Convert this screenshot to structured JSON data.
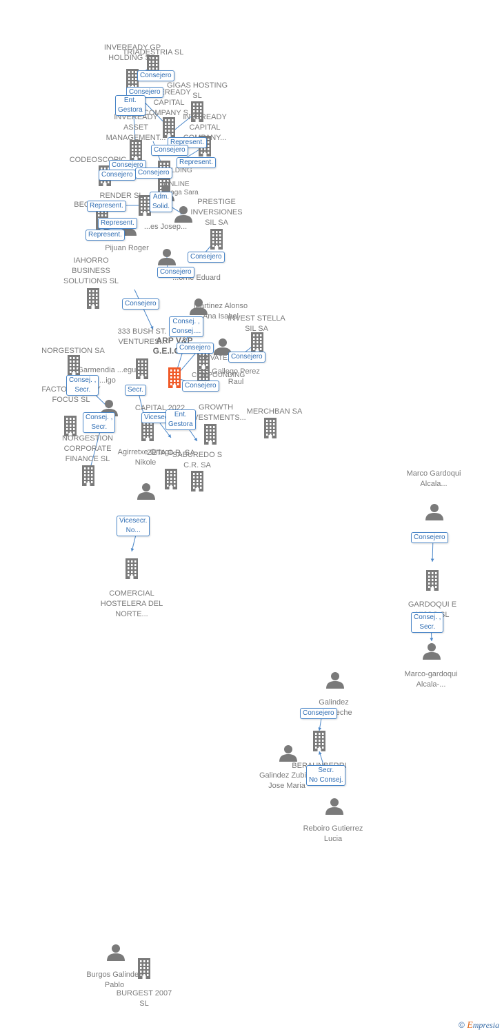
{
  "colors": {
    "node": "#7a7a7a",
    "focus": "#f05a28",
    "edge": "#4a86c8",
    "label_text": "#2f6db3"
  },
  "footer": {
    "copyright": "©",
    "brand_initial": "E",
    "brand_rest": "mpresia"
  },
  "nodes": [
    {
      "id": "focus",
      "type": "company",
      "focus": true,
      "label": "ARP V&P G.E.I.C. SA"
    },
    {
      "id": "inveready_gp",
      "type": "company",
      "label": "INVEREADY GP HOLDING S..."
    },
    {
      "id": "triadestria",
      "type": "company",
      "label": "TRIADESTRIA SL"
    },
    {
      "id": "inveready_cap",
      "type": "company",
      "label": "INVEREADY CAPITAL COMPANY S..."
    },
    {
      "id": "inveready_am",
      "type": "company",
      "label": "INVEREADY ASSET MANAGEMENT..."
    },
    {
      "id": "gigas",
      "type": "company",
      "label": "GIGAS HOSTING SL"
    },
    {
      "id": "inveready_cap2",
      "type": "company",
      "label": "INVEREADY CAPITAL COMPANY..."
    },
    {
      "id": "codeoscopic",
      "type": "company",
      "label": "CODEOSCOPIC"
    },
    {
      "id": "holding",
      "type": "company",
      "label": "HOLDING"
    },
    {
      "id": "online",
      "type": "company",
      "label": "ONLINE"
    },
    {
      "id": "render",
      "type": "company",
      "label": "RENDER SL"
    },
    {
      "id": "bequant",
      "type": "company",
      "label": "BEQUANT SL"
    },
    {
      "id": "prestige",
      "type": "company",
      "label": "PRESTIGE INVERSIONES SIL SA"
    },
    {
      "id": "iahorro",
      "type": "company",
      "label": "IAHORRO BUSINESS SOLUTIONS SL"
    },
    {
      "id": "bush",
      "type": "company",
      "label": "333 BUSH ST. VENTURES..."
    },
    {
      "id": "invest_stella",
      "type": "company",
      "label": "INVEST STELLA SIL SA"
    },
    {
      "id": "norgestion",
      "type": "company",
      "label": "NORGESTION SA"
    },
    {
      "id": "factor",
      "type": "company",
      "label": "FACTOR READY FOCUS SL"
    },
    {
      "id": "corporate",
      "type": "company",
      "label": "NORGESTION CORPORATE FINANCE SL"
    },
    {
      "id": "capital_2022",
      "type": "company",
      "label": "CAPITAL 2022 SCR SA"
    },
    {
      "id": "growth",
      "type": "company",
      "label": "GROWTH INVESTMENTS..."
    },
    {
      "id": "merchban",
      "type": "company",
      "label": "MERCHBAN SA"
    },
    {
      "id": "compounding",
      "type": "company",
      "label": "COMPOUNDING"
    },
    {
      "id": "private",
      "type": "company",
      "label": "PRIVATE..."
    },
    {
      "id": "zeta",
      "type": "company",
      "label": "ZETA C.R. SA"
    },
    {
      "id": "saburedo",
      "type": "company",
      "label": "SABUREDO S C.R. SA"
    },
    {
      "id": "comercial",
      "type": "company",
      "label": "COMERCIAL HOSTELERA DEL NORTE..."
    },
    {
      "id": "gardoqui_hijos",
      "type": "company",
      "label": "GARDOQUI E HIJOS SL"
    },
    {
      "id": "berraunberri",
      "type": "company",
      "label": "BERAUNBERRI SL"
    },
    {
      "id": "burgest",
      "type": "company",
      "label": "BURGEST 2007 SL"
    },
    {
      "id": "p_jose",
      "type": "person",
      "label": "...es Josep..."
    },
    {
      "id": "p_pijuan",
      "type": "person",
      "label": "Pijuan Roger"
    },
    {
      "id": "p_sara",
      "type": "person",
      "label": "...chaga Sara"
    },
    {
      "id": "p_eduard",
      "type": "person",
      "label": "...orne Eduard"
    },
    {
      "id": "p_martinez",
      "type": "person",
      "label": "Martinez Alonso Ana Isabel"
    },
    {
      "id": "p_gallego",
      "type": "person",
      "label": "Gallego Perez Raul"
    },
    {
      "id": "p_garmendia",
      "type": "person",
      "label": "Garmendia ...egui ...igo"
    },
    {
      "id": "p_agirre",
      "type": "person",
      "label": "Agirretxe Ortega Nikole"
    },
    {
      "id": "p_marco",
      "type": "person",
      "label": "Marco Gardoqui Alcala..."
    },
    {
      "id": "p_marco2",
      "type": "person",
      "label": "Marco-gardoqui Alcala-..."
    },
    {
      "id": "p_galindez_a",
      "type": "person",
      "label": "Galindez Aguirreche"
    },
    {
      "id": "p_galindez_z",
      "type": "person",
      "label": "Galindez Zubiria Jose Maria"
    },
    {
      "id": "p_reboiro",
      "type": "person",
      "label": "Reboiro Gutierrez Lucia"
    },
    {
      "id": "p_burgos",
      "type": "person",
      "label": "Burgos Galindez Pablo"
    }
  ],
  "edges": [
    {
      "label": "Consejero"
    },
    {
      "label": "Consejero"
    },
    {
      "label": "Ent. Gestora"
    },
    {
      "label": "Represent."
    },
    {
      "label": "Consejero"
    },
    {
      "label": "Represent."
    },
    {
      "label": "Consejero"
    },
    {
      "label": "Consejero"
    },
    {
      "label": "Consejero"
    },
    {
      "label": "Adm. Solid."
    },
    {
      "label": "Represent."
    },
    {
      "label": "Represent."
    },
    {
      "label": "Represent."
    },
    {
      "label": "Consejero"
    },
    {
      "label": "Consejero"
    },
    {
      "label": "Consejero"
    },
    {
      "label": "Consej. , Consej...."
    },
    {
      "label": "Consejero"
    },
    {
      "label": "Consejero"
    },
    {
      "label": "Consej. , Secr."
    },
    {
      "label": "Secr."
    },
    {
      "label": "Consejero"
    },
    {
      "label": "Consej. , Secr."
    },
    {
      "label": "Vicesecr."
    },
    {
      "label": "Ent. Gestora"
    },
    {
      "label": "Vicesecr. No..."
    },
    {
      "label": "Consejero"
    },
    {
      "label": "Consej. , Secr."
    },
    {
      "label": "Consejero"
    },
    {
      "label": "Secr. No Consej."
    }
  ]
}
